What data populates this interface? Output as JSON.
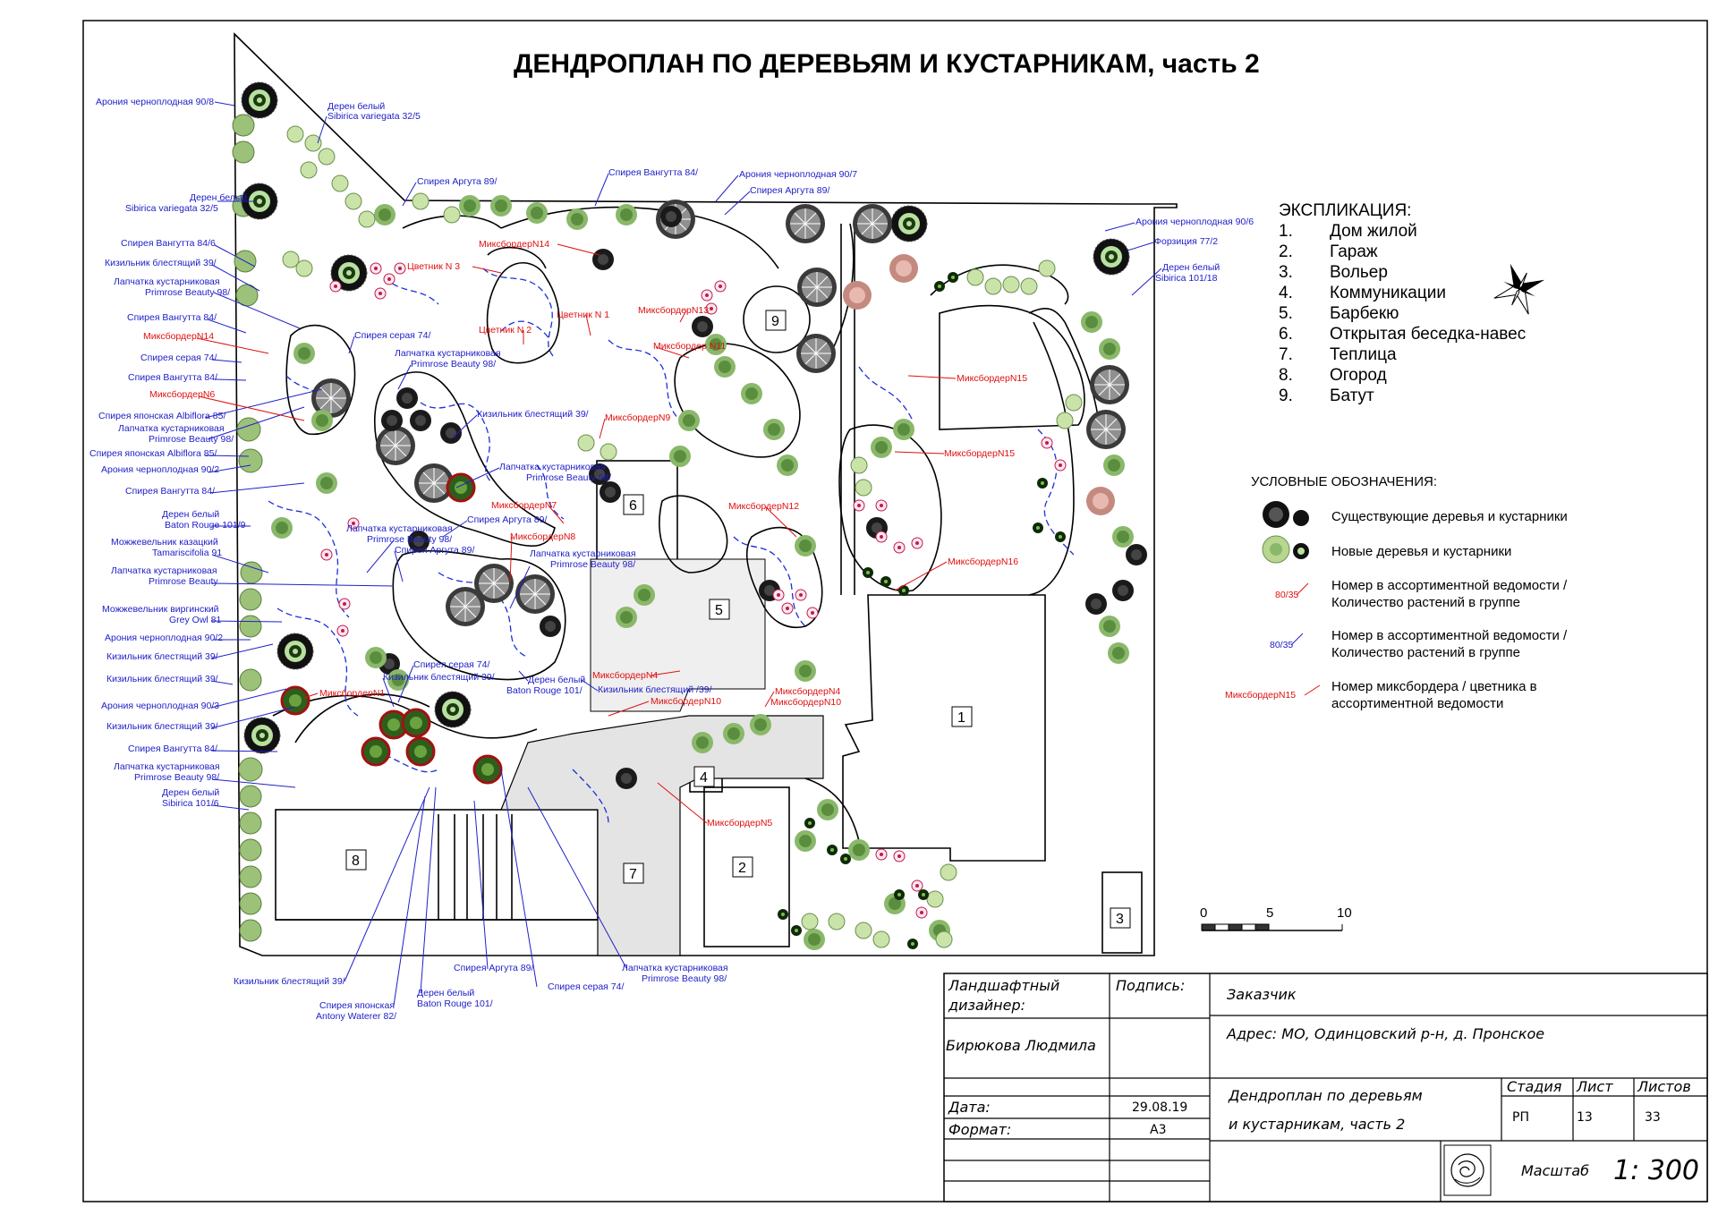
{
  "title": "ДЕНДРОПЛАН ПО ДЕРЕВЬЯМ И КУСТАРНИКАМ, часть 2",
  "explication": {
    "heading": "ЭКСПЛИКАЦИЯ:",
    "items": [
      {
        "num": "1.",
        "label": "Дом жилой"
      },
      {
        "num": "2.",
        "label": "Гараж"
      },
      {
        "num": "3.",
        "label": "Вольер"
      },
      {
        "num": "4.",
        "label": "Коммуникации"
      },
      {
        "num": "5.",
        "label": "Барбекю"
      },
      {
        "num": "6.",
        "label": "Открытая беседка-навес"
      },
      {
        "num": "7.",
        "label": "Теплица"
      },
      {
        "num": "8.",
        "label": "Огород"
      },
      {
        "num": "9.",
        "label": "Батут"
      }
    ]
  },
  "legend": {
    "heading": "УСЛОВНЫЕ ОБОЗНАЧЕНИЯ:",
    "existing": "Существующие деревья и кустарники",
    "new": "Новые деревья и кустарники",
    "red_sample": "80/35",
    "red_line1": "Номер в ассортиментной ведомости /",
    "red_line2": "Количество растений в группе",
    "blue_sample": "80/35",
    "blue_line1": "Номер в ассортиментной ведомости /",
    "blue_line2": "Количество растений в группе",
    "mix_sample": "МиксбордерN15",
    "mix_line1": "Номер миксбордера / цветника в",
    "mix_line2": "ассортиментной ведомости"
  },
  "scale_bar": {
    "t0": "0",
    "t5": "5",
    "t10": "10"
  },
  "buildings": [
    "1",
    "2",
    "3",
    "4",
    "5",
    "6",
    "7",
    "8",
    "9"
  ],
  "callouts_left": [
    "Арония черноплодная 90/8",
    "Дерен белый",
    "Sibirica variegata 32/5",
    "Спирея Вангутта 84/6",
    "Кизильник блестящий 39/",
    "Лапчатка кустарниковая",
    "Primrose Beauty 98/",
    "Спирея Вангутта 84/",
    "МиксбордерN14",
    "Спирея серая 74/",
    "Спирея Вангутта 84/",
    "МиксбордерN6",
    "Спирея японская Albiflora 85/",
    "Лапчатка кустарниковая",
    "Primrose Beauty 98/",
    "Спирея японская Albiflora 85/",
    "Арония черноплодная 90/2",
    "Спирея Вангутта 84/",
    "Дерен белый",
    "Baton Rouge 101/9",
    "Можжевельник казацкий",
    "Tamariscifolia 91",
    "Лапчатка кустарниковая",
    "Primrose Beauty",
    "Можжевельник виргинский",
    "Grey Owl 81",
    "Арония черноплодная 90/2",
    "Кизильник блестящий 39/",
    "Кизильник блестящий 39/",
    "Арония черноплодная 90/3",
    "Кизильник блестящий 39/",
    "Спирея Вангутта 84/",
    "Лапчатка кустарниковая",
    "Primrose Beauty 98/",
    "Дерен белый",
    "Sibirica 101/6"
  ],
  "callouts_inner_blue": [
    "Дерен белый",
    "Sibirica variegata 32/5",
    "Спирея Аргута 89/",
    "Спирея Вангутта 84/",
    "Арония черноплодная 90/7",
    "Спирея Аргута 89/",
    "Спирея серая 74/",
    "Лапчатка кустарниковая",
    "Primrose Beauty 98/",
    "Кизильник блестящий 39/",
    "Лапчатка кустарниковая",
    "Primrose Beauty 98/",
    "Спирея Аргута 89/",
    "Лапчатка кустарниковая",
    "Primrose Beauty 98/",
    "Спирея Аргута 89/",
    "Лапчатка кустарниковая",
    "Primrose Beauty 98/",
    "Спирея серая 74/",
    "Кизильник блестящий 39/",
    "Дерен белый",
    "Baton Rouge 101/",
    "Кизильник блестящий /39/",
    "Арония черноплодная 90/6",
    "Форзиция 77/2",
    "Дерен белый",
    "Sibirica 101/18"
  ],
  "callouts_red": [
    "МиксбордерN14",
    "Цветник N 3",
    "Цветник N 2",
    "Цветник N 1",
    "МиксбордерN13",
    "Миксбордер N11",
    "МиксбордерN9",
    "МиксбордерN7",
    "МиксбордерN8",
    "МиксбордерN12",
    "МиксбордерN15",
    "МиксбордерN15",
    "МиксбордерN16",
    "МиксбордерN4",
    "МиксбордерN1",
    "МиксбордерN10",
    "МиксбордерN4",
    "МиксбордерN10",
    "МиксбордерN5"
  ],
  "callouts_bottom": [
    "Кизильник блестящий 39/",
    "Спирея японская",
    "Antony Waterer 82/",
    "Дерен белый",
    "Baton Rouge 101/",
    "Спирея Аргута 89/",
    "Спирея серая 74/",
    "Лапчатка кустарниковая",
    "Primrose Beauty 98/"
  ],
  "titleblock": {
    "designer_label": "Ландшафтный дизайнер:",
    "designer_label_1": "Ландшафтный",
    "designer_label_2": "дизайнер:",
    "signature_label": "Подпись:",
    "customer_label": "Заказчик",
    "designer_name": "Бирюкова Людмила",
    "address": "Адрес: МО, Одинцовский р-н, д. Пронское",
    "date_label": "Дата:",
    "date_value": "29.08.19",
    "format_label": "Формат:",
    "format_value": "А3",
    "sheet_title_1": "Дендроплан по деревьям",
    "sheet_title_2": "и кустарникам, часть 2",
    "stage_label": "Стадия",
    "sheet_label": "Лист",
    "sheets_label": "Листов",
    "stage_value": "РП",
    "sheet_value": "13",
    "sheets_value": "33",
    "scale_label": "Масштаб",
    "scale_value": "1: 300"
  }
}
